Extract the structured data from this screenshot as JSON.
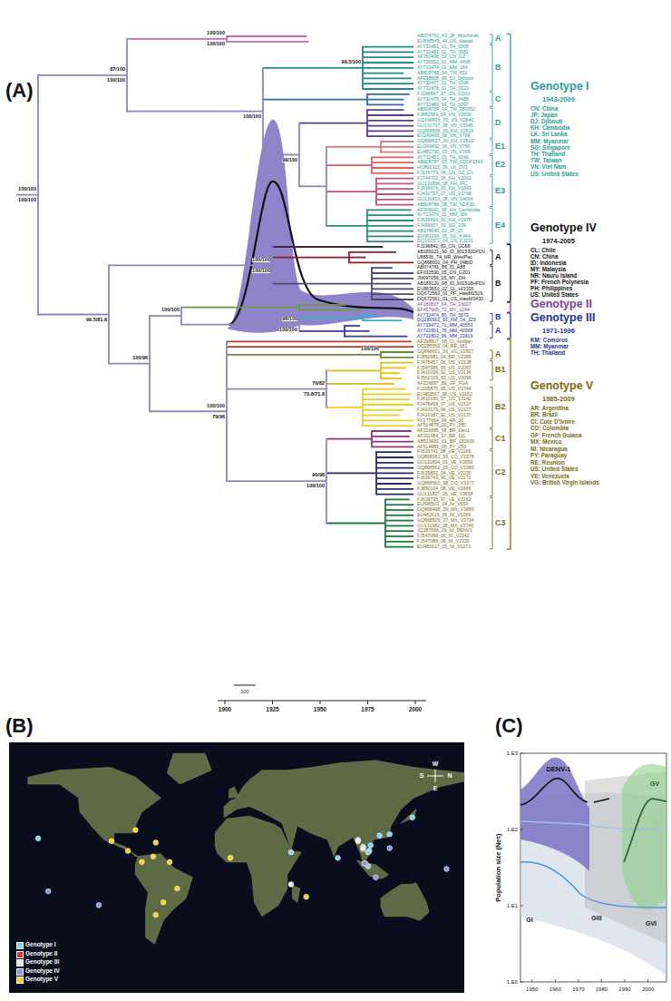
{
  "diagram": {
    "labels": [
      "(A)",
      "(B)",
      "(C)",
      "AB074760_43_JP_Mochizuki",
      "EU848545_44_US_Hawaii",
      "AY732483_01_TH_0008",
      "AY732481_02_TH_0081",
      "AF350498_00_CN_GZ",
      "AY726552_02_MM_4498",
      "AY713474_01_MM_184",
      "AB608788_94_TW_832",
      "AF298808_98_DJ_Djibouti",
      "AY732477_01_TH_0336",
      "AY732476_01_TH_0323",
      "FJ196847_97_CN_GD01",
      "AY732475_94_TH_0488",
      "AY732480_94_TH_0097",
      "AB608789_94_TW_380052",
      "FJ882569_04_VN_V2836",
      "GQ199835_05_VN_V2840",
      "GU131737_08_VN_V3945",
      "GQ868536_05_KH_V2816",
      "EU249495_06_VN_V798",
      "GQ868637_00_KH_V2819",
      "EU249492_06_VN_V756",
      "EU482790_03_VN_V768",
      "AY732482_01_TH_0049",
      "AB608787_05_TW_SDDF1543",
      "HQ891315_09_LK_DV1",
      "FJ176779_06_CN_GZ_OY",
      "FJ744702_06_KH_V2003",
      "GU131896_08_KH_IPC",
      "FJ639679_03_KH_V1893",
      "FJ432737_07_VN_V1798",
      "GU131813_08_VN_V4064",
      "AB608786_08_TW_NDF30",
      "AF309641_98_KH_Cambodia",
      "AY713476_01_MM_306",
      "FJ639669_00_KH_V1978",
      "FJ469907_03_SG_209",
      "AB178040_02_JP_20",
      "EU081266_05_SG_K444",
      "DQ193572_04_CN_FJ231",
      "FJ196842_83_CN_GD66",
      "AB189121_90_ID_901530DFDV",
      "U88536_74_NR_WestPac",
      "GQ868602_04_PH_04BID",
      "AB074761_88_ID_A88",
      "EF032590_05_CN_GZ01",
      "JN697056_05_MY_DH",
      "AB189120_98_ID_901518HFDV",
      "EU863650_02_CL_HI3336",
      "DQ672560_01_PF_HawM2516",
      "DQ672561_01_US_HawM3430",
      "AF180817_64_TH_16007",
      "EF457905_72_MY_1244",
      "AY732474_80_TH_0673",
      "DQ285562_93_KM_04_329",
      "AY713473_71_MM_40553",
      "AY722801_76_MM_40568",
      "AY722802_96_MM_23819",
      "AF298807_98_CI_Abidjan",
      "DQ285559_04_RE_181",
      "GQ868601_06_VG_V2837",
      "FJ850081_04_BR_V2389",
      "FJ478457_06_US_V2138",
      "FJ547086_95_US_V2097",
      "FJ410196_92_US_V2136",
      "FJ562105_93_US_V2096",
      "AF226687_89_GF_FGA",
      "FJ205875_95_US_V1744",
      "EU482567_98_US_V1162",
      "FJ410190_97_US_V2142",
      "FJ478459_07_US_V2127",
      "FJ410179_94_US_V2127",
      "FJ410187_92_US_V2137",
      "AY277664_99_AR_20",
      "AF514878_00_PY_280",
      "AF226685_98_BR_Den1",
      "AF311956_97_BR_111",
      "AB519681_01_BR_182600",
      "AF514883_00_PY_259",
      "FJ639741_98_VE_V2169",
      "GQ868561_99_CO_V3378",
      "GU131834_01_VE_V3650",
      "GQ868562_05_CO_V3380",
      "FJ639802_04_VE_V2235",
      "FJ639743_99_VE_V2171",
      "GQ868560_98_CO_V3377",
      "FJ850104_08_VE_V2469",
      "GU131837_05_VE_V3658",
      "FJ639735_97_VE_V2162",
      "EU596501_04_NI_V653",
      "GQ868498_06_MX_V3659",
      "EU482615_06_NI_V1069",
      "GQ868525_07_MX_V3734",
      "GU131982_08_MX_V3745",
      "JQ287666_09_NI_DENV1",
      "FJ547068_06_NI_V2342",
      "FJ547089_08_NI_V2330",
      "EU482617_05_NI_V1071",
      "A",
      "B",
      "C",
      "D",
      "E1",
      "E2",
      "E3",
      "E4",
      "A",
      "B",
      "B",
      "A",
      "A",
      "B1",
      "B2",
      "C1",
      "C2",
      "C3",
      "Genotype I",
      "1943-2009",
      "CN: China",
      "JP: Japan",
      "DJ: Djibouti",
      "KH: Cambodia",
      "LK: Sri Lanka",
      "MM: Myanmar",
      "SG: Singapore",
      "TH: Thailand",
      "TW: Taiwan",
      "VN: Viet Nam",
      "US: United States",
      "Genotype IV",
      "1974-2005",
      "CL: Chile",
      "CN: China",
      "ID: Indonesia",
      "MY: Malaysia",
      "NR: Nauru Island",
      "PF: French Polynesia",
      "PH: Philippines",
      "US: United States",
      "Genotype II",
      "Genotype III",
      "1971-1996",
      "KM: Comoros",
      "MM: Myanmar",
      "TH: Thailand",
      "Genotype V",
      "1985-2009",
      "AR: Argentina",
      "BR: Brazil",
      "CI: Cote D'Ivoire",
      "CO: Colombia",
      "GF: French Guiana",
      "MX: Mexico",
      "NI: Nicaragua",
      "PY: Paraguay",
      "RE: Reunion",
      "US: United States",
      "VE: Venezuela",
      "VG: British Virgin Islands",
      "100/100",
      "100/100",
      "87/100",
      "100/100",
      "99.5/100",
      "100/100",
      "99/100",
      "100/100",
      "100/100",
      "100/100",
      "100/100",
      "100/100",
      "96/100",
      "100/100",
      "100/96",
      "99.5/81.8",
      "100/100",
      "79/96",
      "100/100",
      "70/82",
      "73.8/71.8",
      "90/98",
      "100/100",
      "1900",
      "1925",
      "1950",
      "1975",
      "2000",
      "100",
      "W",
      "S",
      "N",
      "E",
      "Population size (Neτ)",
      "1.E3",
      "1.E2",
      "1.E1",
      "1.E0",
      "1950",
      "1960",
      "1970",
      "1980",
      "1990",
      "2000",
      "DENV-1",
      "GI",
      "GIII",
      "GV",
      "GVI"
    ],
    "legend": [
      {
        "text": "Genotype I",
        "color": "#7fd3f0"
      },
      {
        "text": "Genotype II",
        "color": "#e03030"
      },
      {
        "text": "Genotype III",
        "color": "#e8e8e8"
      },
      {
        "text": "Genotype IV",
        "color": "#8a94e6"
      },
      {
        "text": "Genotype V",
        "color": "#f2d21c"
      }
    ]
  }
}
